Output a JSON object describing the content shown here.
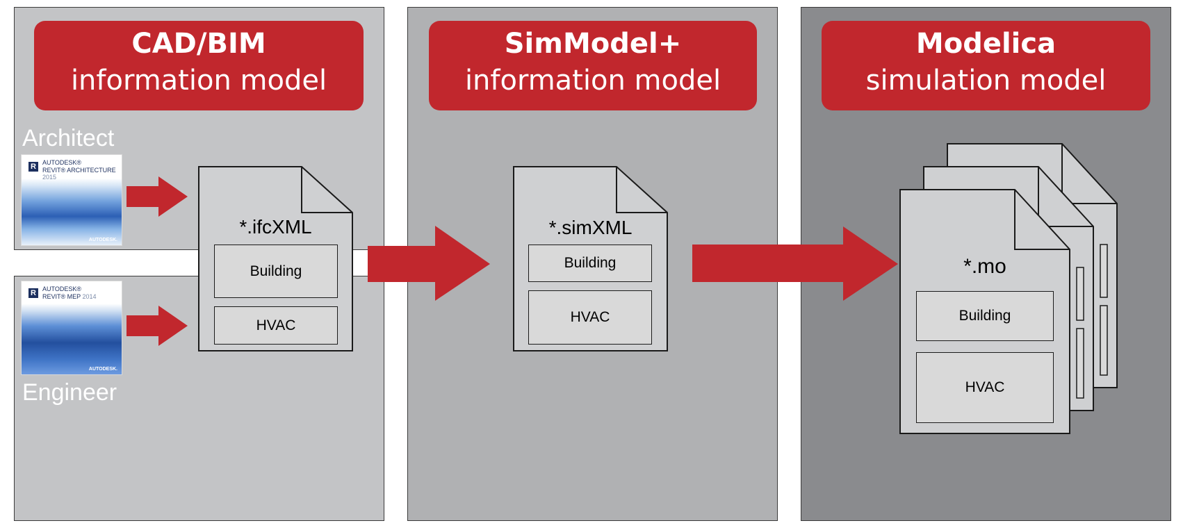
{
  "colors": {
    "accent_red": "#c1272d",
    "panel_left": "#c3c4c6",
    "panel_middle": "#b0b1b3",
    "panel_right": "#8a8b8e",
    "document_fill": "#cfd0d2",
    "section_fill": "#d9d9d9"
  },
  "panels": [
    {
      "header_line1": "CAD/BIM",
      "header_line2": "information model",
      "roles": [
        "Architect",
        "Engineer"
      ],
      "products": [
        {
          "brand": "AUTODESK®",
          "name": "REVIT® ARCHITECTURE",
          "year": "2015",
          "footer": "AUTODESK."
        },
        {
          "brand": "AUTODESK®",
          "name": "REVIT® MEP",
          "year": "2014",
          "footer": "AUTODESK."
        }
      ],
      "document": {
        "label": "*.ifcXML",
        "sections": [
          "Building",
          "HVAC"
        ]
      }
    },
    {
      "header_line1": "SimModel+",
      "header_line2": "information model",
      "document": {
        "label": "*.simXML",
        "sections": [
          "Building",
          "HVAC"
        ]
      }
    },
    {
      "header_line1": "Modelica",
      "header_line2": "simulation model",
      "document": {
        "label": "*.mo",
        "sections": [
          "Building",
          "HVAC"
        ]
      }
    }
  ]
}
